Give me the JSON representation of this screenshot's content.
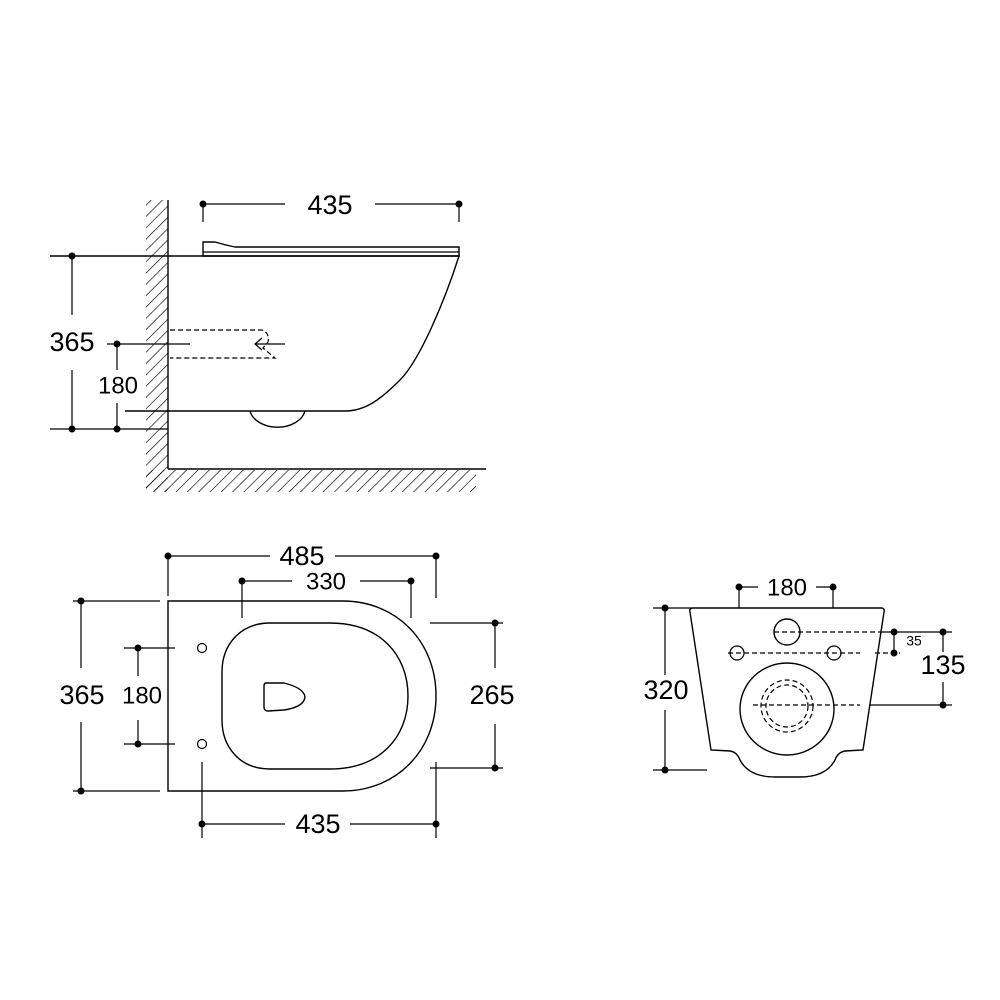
{
  "side_view": {
    "dims": {
      "depth": "435",
      "height": "365",
      "inlet_height": "180"
    }
  },
  "top_view": {
    "dims": {
      "overall_length": "485",
      "bowl_length": "330",
      "overall_width": "365",
      "fixing_spacing": "180",
      "bowl_width": "265",
      "fixing_to_front": "435"
    }
  },
  "rear_view": {
    "dims": {
      "fixing_spacing": "180",
      "height": "320",
      "hole_offset": "35",
      "outlet_height": "135"
    }
  }
}
